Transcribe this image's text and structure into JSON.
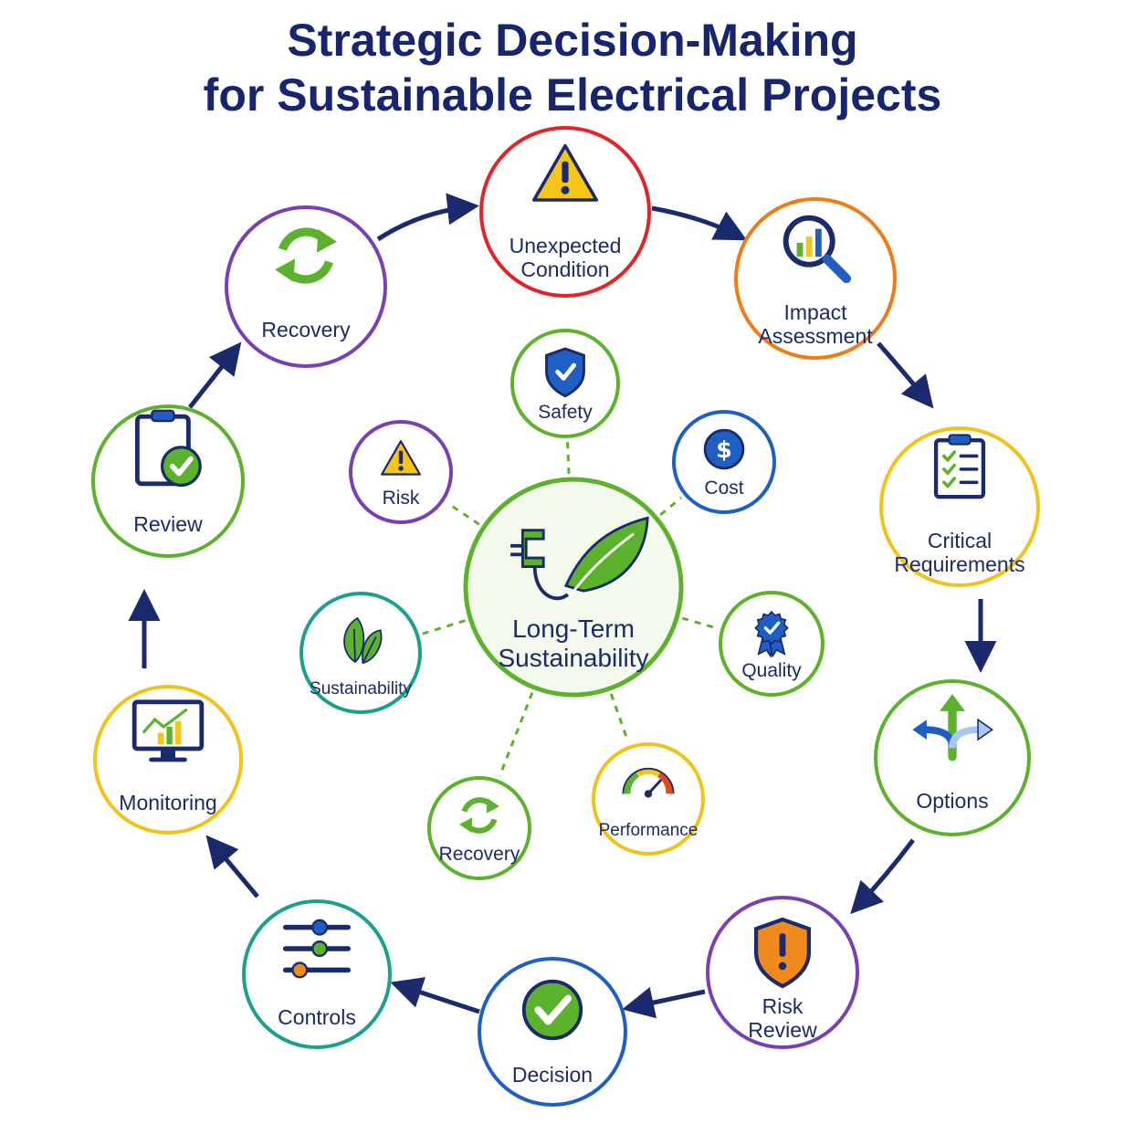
{
  "title": {
    "line1": "Strategic Decision-Making",
    "line2": "for Sustainable Electrical Projects"
  },
  "cycle": [
    {
      "name": "unexpected-condition",
      "lines": [
        "Unexpected",
        "Condition"
      ],
      "color": "#e0242a",
      "icon": "warning-icon"
    },
    {
      "name": "impact-assessment",
      "lines": [
        "Impact",
        "Assessment"
      ],
      "color": "#f07a14",
      "icon": "magnifier-chart-icon"
    },
    {
      "name": "critical-requirements",
      "lines": [
        "Critical",
        "Requirements"
      ],
      "color": "#f2c21b",
      "icon": "checklist-icon"
    },
    {
      "name": "options",
      "lines": [
        "Options"
      ],
      "color": "#5cb22c",
      "icon": "split-arrows-icon"
    },
    {
      "name": "risk-review",
      "lines": [
        "Risk",
        "Review"
      ],
      "color": "#7a3fb0",
      "icon": "shield-warning-icon"
    },
    {
      "name": "decision",
      "lines": [
        "Decision"
      ],
      "color": "#1f5fc4",
      "icon": "check-circle-icon"
    },
    {
      "name": "controls",
      "lines": [
        "Controls"
      ],
      "color": "#1aa08d",
      "icon": "sliders-icon"
    },
    {
      "name": "monitoring",
      "lines": [
        "Monitoring"
      ],
      "color": "#f2c21b",
      "icon": "monitor-chart-icon"
    },
    {
      "name": "review",
      "lines": [
        "Review"
      ],
      "color": "#5cb22c",
      "icon": "clipboard-check-icon"
    },
    {
      "name": "recovery",
      "lines": [
        "Recovery"
      ],
      "color": "#7a3fb0",
      "icon": "recycle-arrows-icon"
    }
  ],
  "center": {
    "lines": [
      "Long-Term",
      "Sustainability"
    ],
    "color": "#5cb22c",
    "icon": "plug-leaf-icon"
  },
  "factors": [
    {
      "name": "safety",
      "label": "Safety",
      "color": "#5cb22c",
      "icon": "shield-check-icon"
    },
    {
      "name": "cost",
      "label": "Cost",
      "color": "#1f5fc4",
      "icon": "dollar-coin-icon"
    },
    {
      "name": "quality",
      "label": "Quality",
      "color": "#5cb22c",
      "icon": "quality-badge-icon"
    },
    {
      "name": "performance",
      "label": "Performance",
      "color": "#f2c21b",
      "icon": "gauge-icon"
    },
    {
      "name": "recovery",
      "label": "Recovery",
      "color": "#5cb22c",
      "icon": "recycle-arrows-icon"
    },
    {
      "name": "sustainability",
      "label": "Sustainability",
      "color": "#1aa08d",
      "icon": "leaves-icon"
    },
    {
      "name": "risk",
      "label": "Risk",
      "color": "#7a3fb0",
      "icon": "warning-icon"
    }
  ],
  "colors": {
    "arrow": "#1a2a6c",
    "text": "#1c2a66",
    "dash": "#5cb22c",
    "title": "#16256e"
  }
}
